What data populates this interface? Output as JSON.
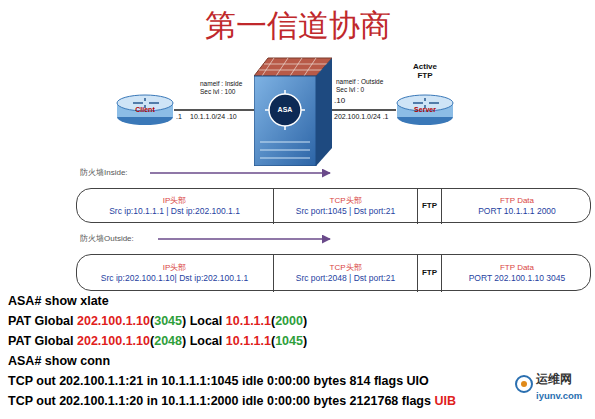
{
  "diagram": {
    "title": "第一信道协商",
    "nodes": [
      {
        "text": [
          "Client"
        ]
      },
      {
        "text": [
          "ASA"
        ]
      },
      {
        "text": [
          "Active FTP",
          "Server"
        ]
      },
      {
        "text": [
          "防火墙Inside:"
        ]
      },
      {
        "text": [
          "IP头部",
          "Src ip:10.1.1.1 | Dst ip:202.100.1.1"
        ],
        "in": 3
      },
      {
        "text": [
          "TCP头部",
          "Src port:1045 | Dst port:21"
        ],
        "in": 3
      },
      {
        "text": [
          "FTP"
        ],
        "in": 3
      },
      {
        "text": [
          "FTP Data",
          "PORT 10.1.1.1 2000"
        ],
        "in": 3
      },
      {
        "text": [
          "防火墙Outside:"
        ]
      },
      {
        "text": [
          "IP头部",
          "Src ip:202.100.1.10| Dst ip:202.100.1.1"
        ],
        "in": 8
      },
      {
        "text": [
          "TCP头部",
          "Src port:2048 | Dst port:21"
        ],
        "in": 8
      },
      {
        "text": [
          "FTP"
        ],
        "in": 8
      },
      {
        "text": [
          "FTP Data",
          "PORT 202.100.1.10 3045"
        ],
        "in": 8
      }
    ],
    "edges": [
      {
        "from": 0,
        "to": 1,
        "arrow": "none"
      },
      {
        "from": 1,
        "to": 2,
        "arrow": "none"
      }
    ],
    "labels": [
      "nameif : Inside",
      "Sec lvl : 100",
      ".1",
      "10.1.1.0/24 .10",
      "nameif : Outside",
      "Sec lvl : 0",
      ".10",
      "202.100.1.0/24 .1",
      "ASA# show xlate",
      "PAT Global",
      "202.100.1.10",
      "(",
      "3045",
      ") Local",
      "10.1.1.1",
      "(",
      "2000",
      ")",
      "PAT Global",
      "202.100.1.10",
      "(",
      "2048",
      ") Local",
      "10.1.1.1",
      "(",
      "1045",
      ")",
      "ASA# show conn",
      "TCP out 202.100.1.1:21 in 10.1.1.1:1045 idle 0:00:00 bytes 814 flags UIO",
      "TCP out 202.100.1.1:20 in 10.1.1.1:2000 idle 0:00:00 bytes 2121768 flags",
      "UIB",
      "运维网",
      "iyunv.com"
    ]
  }
}
